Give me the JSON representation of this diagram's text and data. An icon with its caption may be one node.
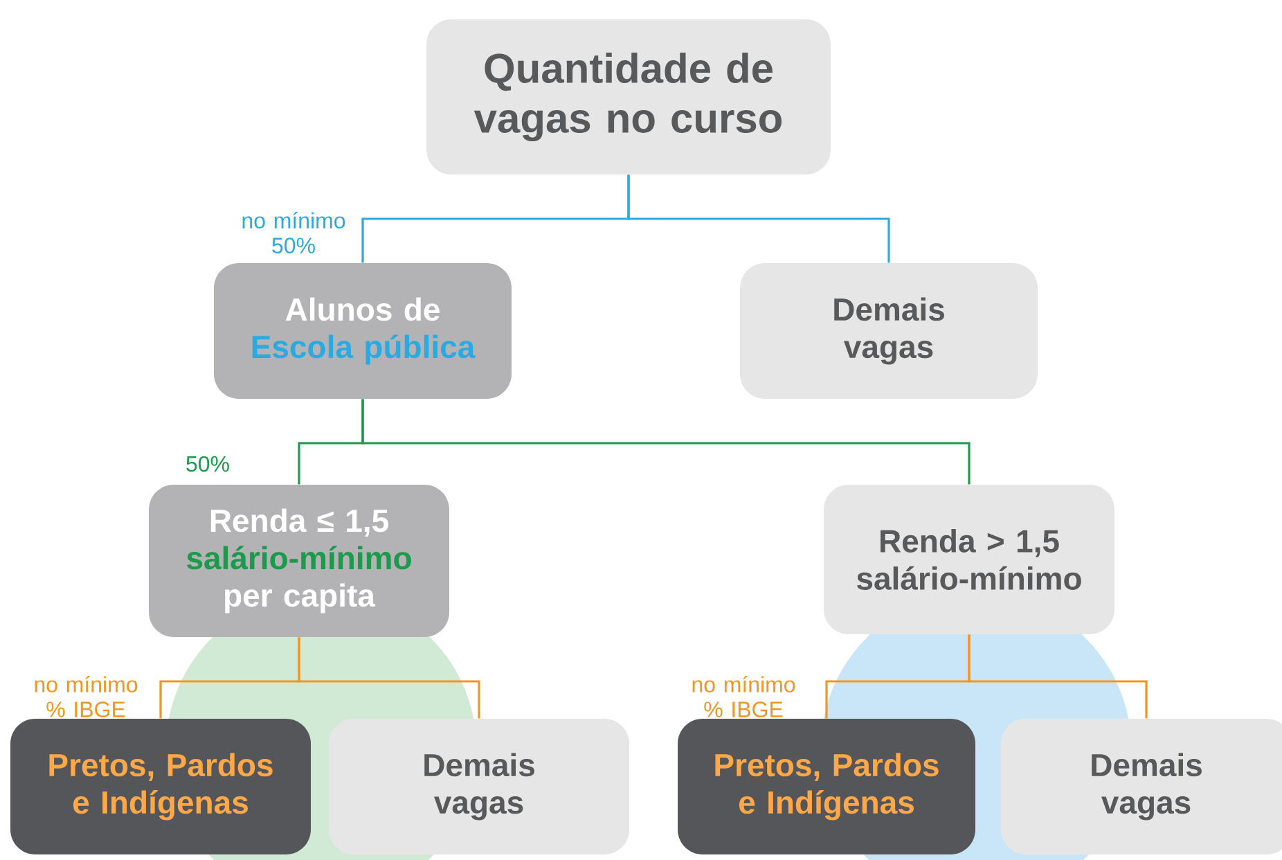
{
  "diagram": {
    "nodes": [
      {
        "text": [
          "Quantidade de vagas no curso"
        ]
      },
      {
        "text": [
          "Alunos de",
          "Escola pública"
        ]
      },
      {
        "text": [
          "Demais vagas"
        ]
      },
      {
        "text": [
          "Renda ≤ 1,5",
          "salário-mínimo",
          "per capita"
        ]
      },
      {
        "text": [
          "Renda > 1,5 salário-mínimo"
        ]
      },
      {
        "text": [
          "Pretos, Pardos e Indígenas"
        ]
      },
      {
        "text": [
          "Demais vagas"
        ]
      },
      {
        "text": [
          "Pretos, Pardos e Indígenas"
        ]
      },
      {
        "text": [
          "Demais vagas"
        ]
      }
    ],
    "edges": [
      {
        "from": 0,
        "to": 1,
        "arrow": "none",
        "label": "no mínimo 50%",
        "color": "#29abe2"
      },
      {
        "from": 0,
        "to": 2,
        "arrow": "none",
        "color": "#29abe2"
      },
      {
        "from": 1,
        "to": 3,
        "arrow": "none",
        "label": "50%",
        "color": "#1a9a4a"
      },
      {
        "from": 1,
        "to": 4,
        "arrow": "none",
        "color": "#1a9a4a"
      },
      {
        "from": 3,
        "to": 5,
        "arrow": "none",
        "label": "no mínimo % IBGE"
      },
      {
        "from": 3,
        "to": 6,
        "arrow": "none"
      },
      {
        "from": 4,
        "to": 7,
        "arrow": "none",
        "label": "no mínimo % IBGE"
      },
      {
        "from": 4,
        "to": 8,
        "arrow": "none"
      }
    ]
  }
}
